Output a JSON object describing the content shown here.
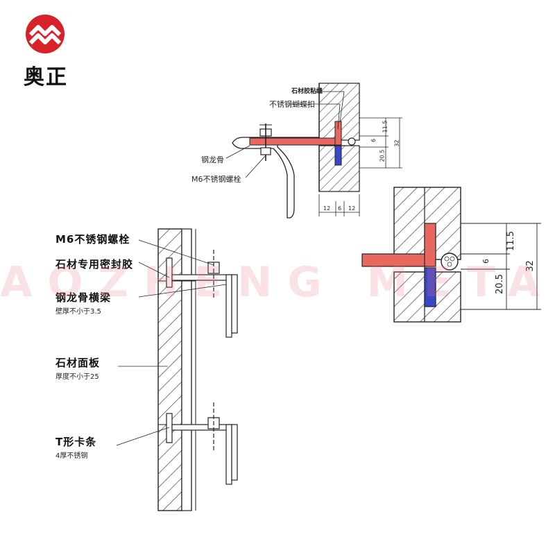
{
  "brand": {
    "name": "奥正",
    "logo_color": "#d8222a",
    "watermark": "AOZHENG METAL"
  },
  "top_detail": {
    "labels": {
      "adhesive": "石材胶粘缝",
      "buckle": "不锈钢蝴蝶扣",
      "steel_keel": "钢龙骨",
      "bolt": "M6不锈钢螺栓"
    },
    "dims_vertical": [
      "11.5",
      "6",
      "20.5",
      "32"
    ],
    "dims_horizontal": [
      "12",
      "6",
      "12"
    ]
  },
  "zoom_detail": {
    "dims_vertical": [
      "11.5",
      "6",
      "20.5",
      "32"
    ]
  },
  "side_section": {
    "labels": [
      {
        "title": "M6不锈钢螺栓",
        "note": ""
      },
      {
        "title": "石材专用密封胶",
        "note": ""
      },
      {
        "title": "钢龙骨横梁",
        "note": "壁厚不小于3.5"
      },
      {
        "title": "石材面板",
        "note": "厚度不小于25"
      },
      {
        "title": "T形卡条",
        "note": "4厚不锈钢"
      }
    ]
  },
  "colors": {
    "clip_red": "#e8675f",
    "clip_blue": "#3a46c8",
    "line": "#222222"
  }
}
